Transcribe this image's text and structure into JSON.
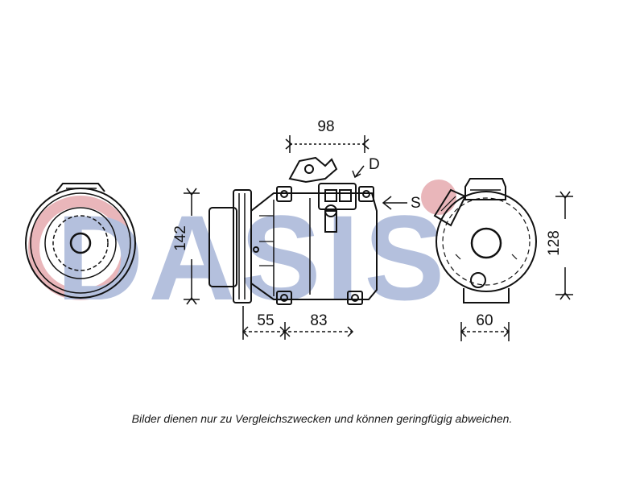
{
  "watermark": {
    "text": "DASIS",
    "colors": {
      "blue": "#2a4da0",
      "red": "#c2303c"
    }
  },
  "dimensions": {
    "height_left": "142",
    "top_width": "98",
    "left_bottom": "55",
    "right_bottom": "83",
    "back_bottom": "60",
    "back_height": "128"
  },
  "labels": {
    "d": "D",
    "s": "S"
  },
  "caption": "Bilder dienen nur zu Vergleichszwecken und können geringfügig abweichen."
}
